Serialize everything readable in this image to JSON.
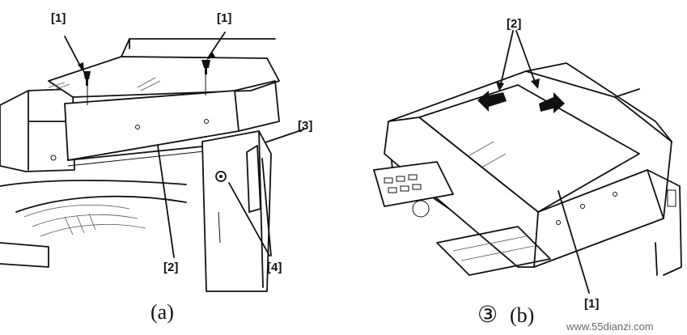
{
  "panel_a": {
    "labels": {
      "screw_left": "[1]",
      "screw_right": "[1]",
      "side_panel": "[3]",
      "cover": "[2]",
      "screw_lower": "[4]"
    },
    "caption": "(a)"
  },
  "panel_b": {
    "labels": {
      "top_arrows": "[2]",
      "glass_cover": "[1]"
    },
    "step_number": "③",
    "caption": "(b)"
  },
  "watermark": "www.55dianzi.com"
}
